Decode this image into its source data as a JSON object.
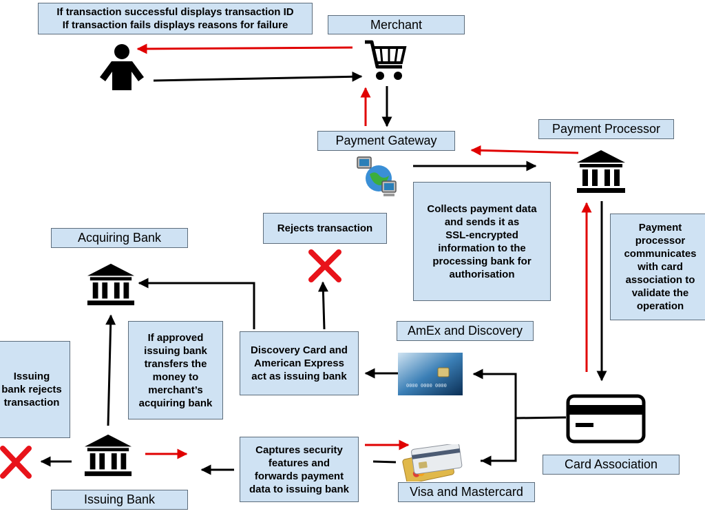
{
  "labels": {
    "merchant": "Merchant",
    "payment_gateway": "Payment Gateway",
    "payment_processor": "Payment Processor",
    "acquiring_bank": "Acquiring Bank",
    "amex_discovery": "AmEx and Discovery",
    "card_association": "Card Association",
    "visa_mastercard": "Visa and Mastercard",
    "issuing_bank": "Issuing Bank"
  },
  "notes": {
    "transaction_result": "If transaction successful displays transaction ID\nIf transaction fails displays reasons for failure",
    "rejects_transaction": "Rejects transaction",
    "collects_payment": "Collects payment data\nand sends it as\nSSL-encrypted\ninformation to the\nprocessing bank for\nauthorisation",
    "processor_communicates": "Payment\nprocessor\ncommunicates\nwith card\nassociation to\nvalidate the\noperation",
    "discovery_amex": "Discovery Card and\nAmerican Express\nact as issuing bank",
    "if_approved": "If approved\nissuing bank\ntransfers the\nmoney to\nmerchant’s\nacquiring bank",
    "issuing_rejects": "Issuing\nbank rejects\ntransaction",
    "captures_security": "Captures security\nfeatures and\nforwards payment\ndata to issuing bank"
  },
  "colors": {
    "box_fill": "#cfe2f3",
    "arrow_black": "#000000",
    "arrow_red": "#e00000",
    "reject_x": "#e8131a"
  },
  "icons": [
    "person-icon",
    "shopping-cart-icon",
    "globe-network-icon",
    "bank-icon",
    "reject-x-icon",
    "credit-card-icon",
    "card-photo-amex",
    "card-photo-visa-mastercard"
  ]
}
